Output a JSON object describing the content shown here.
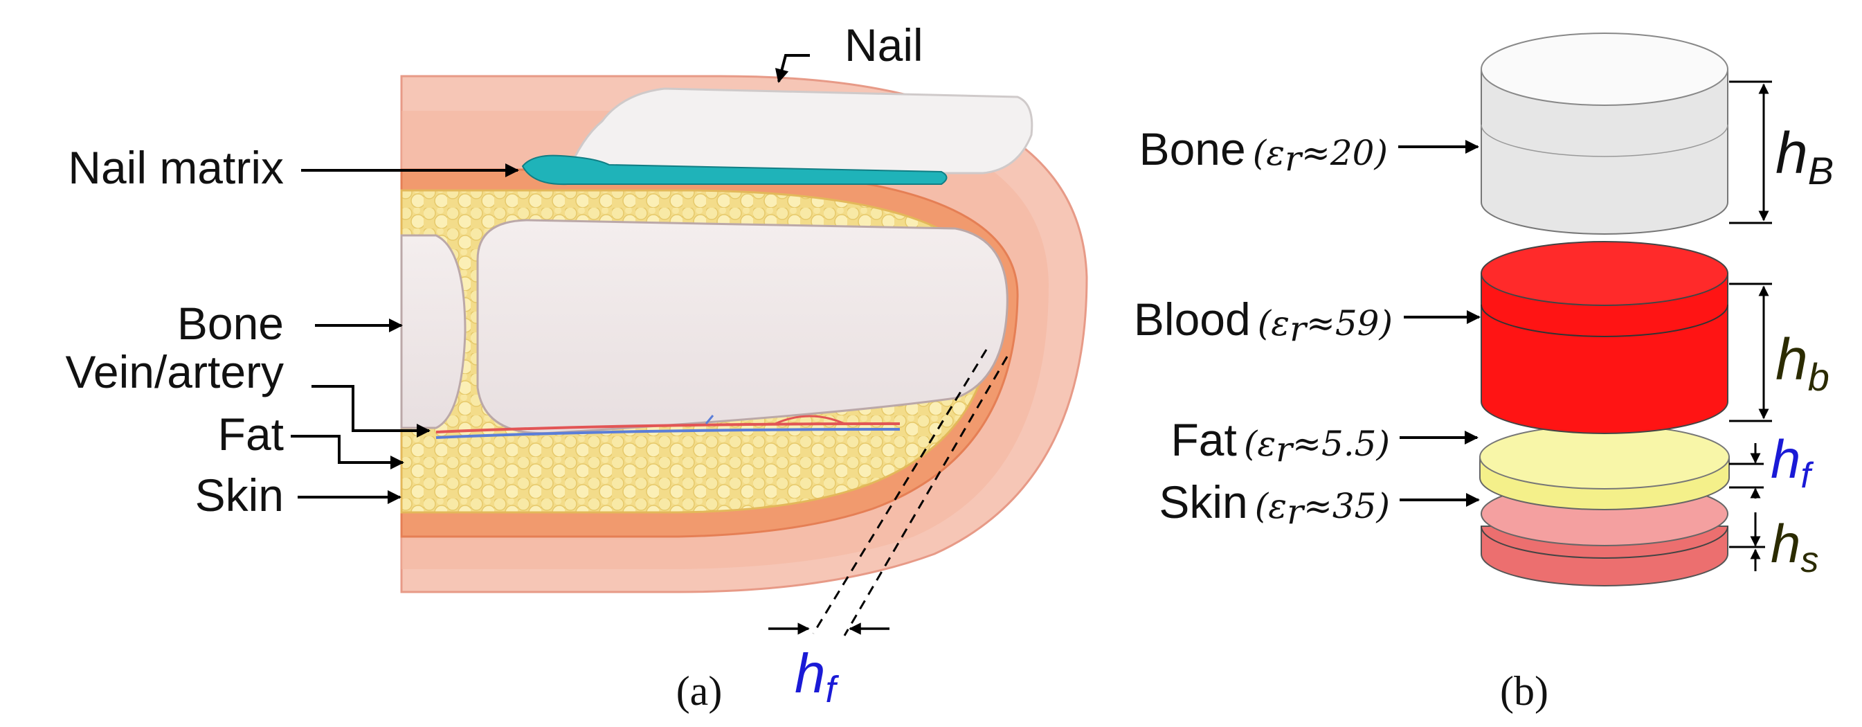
{
  "panel_a": {
    "caption": "(a)",
    "labels": {
      "nail": "Nail",
      "nail_matrix": "Nail matrix",
      "bone": "Bone",
      "vein_artery": "Vein/artery",
      "fat": "Fat",
      "skin": "Skin"
    },
    "fat_thickness": {
      "symbol": "h",
      "subscript": "f"
    }
  },
  "panel_b": {
    "caption": "(b)",
    "layers": [
      {
        "name": "Bone",
        "eps": "(ε",
        "eps_sub": "r",
        "eps_val": "≈20)",
        "color": "#eeeeee"
      },
      {
        "name": "Blood",
        "eps": "(ε",
        "eps_sub": "r",
        "eps_val": "≈59)",
        "color": "#ff1111"
      },
      {
        "name": "Fat",
        "eps": "(ε",
        "eps_sub": "r",
        "eps_val": "≈5.5)",
        "color": "#f6f59a"
      },
      {
        "name": "Skin",
        "eps": "(ε",
        "eps_sub": "r",
        "eps_val": "≈35)",
        "color": "#f38b8b"
      }
    ],
    "dims": [
      {
        "symbol": "h",
        "subscript": "B"
      },
      {
        "symbol": "h",
        "subscript": "b"
      },
      {
        "symbol": "h",
        "subscript": "f"
      },
      {
        "symbol": "h",
        "subscript": "s"
      }
    ]
  },
  "colors": {
    "dim_blue": "#1a1ad6",
    "dim_olive": "#2b2b00",
    "nail_matrix": "#1fb3b9",
    "skin_tissue": "#f7c4b4"
  }
}
